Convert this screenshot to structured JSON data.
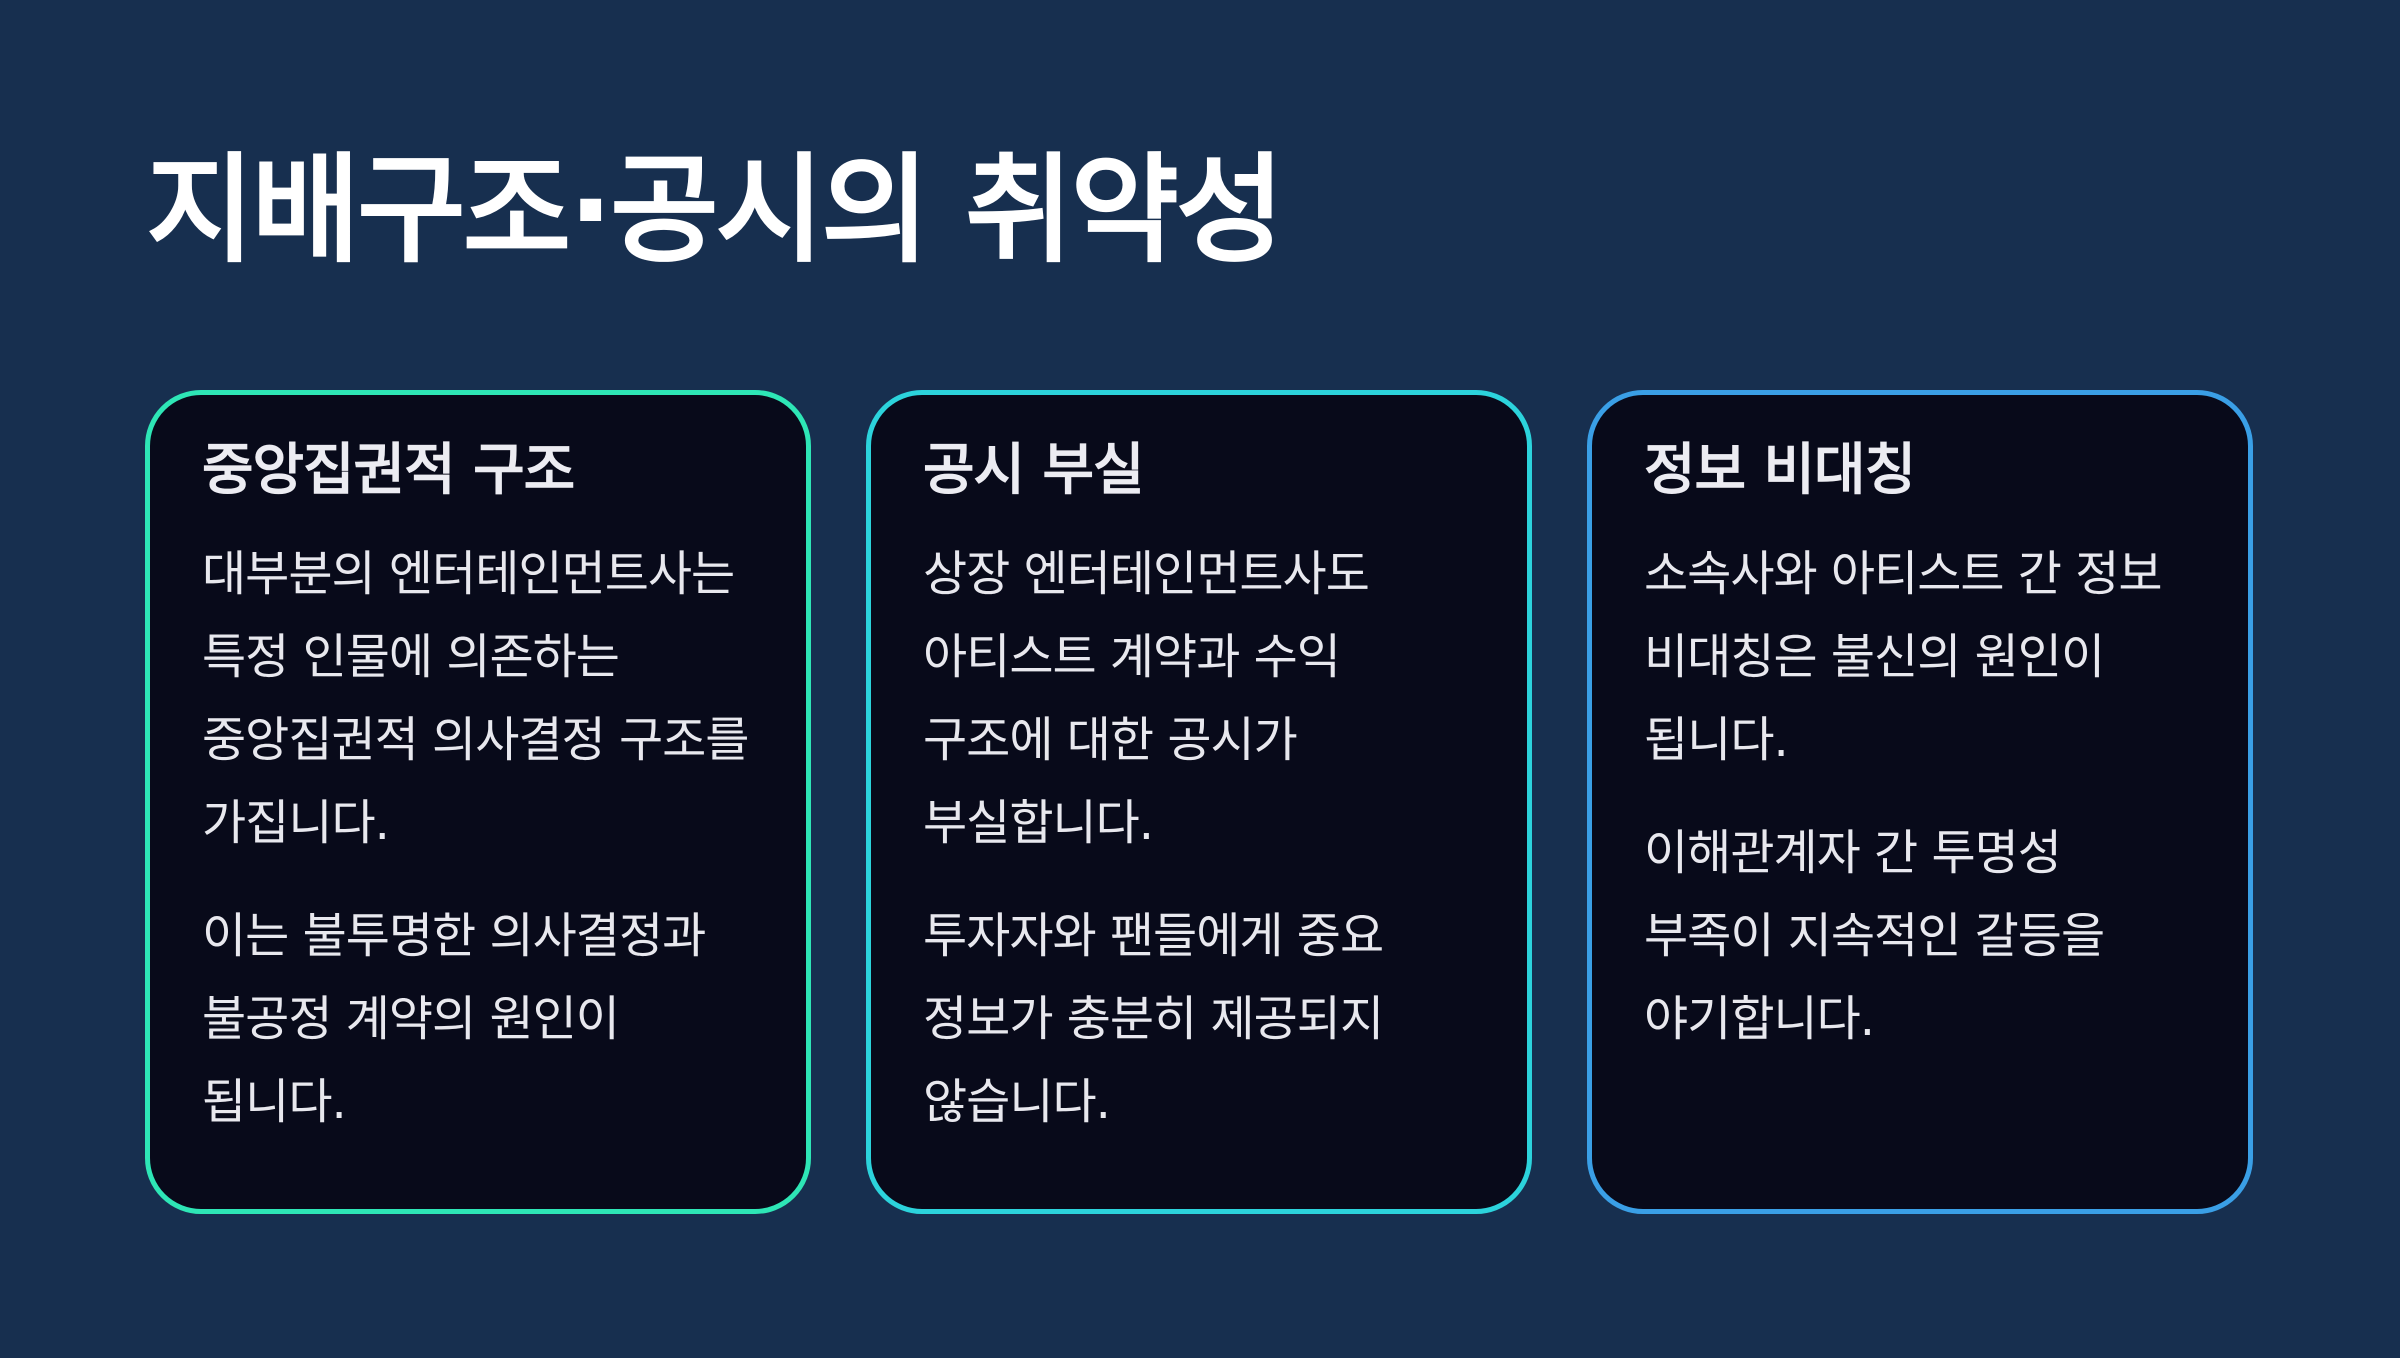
{
  "slide": {
    "title": "지배구조·공시의 취약성"
  },
  "cards": [
    {
      "title": "중앙집권적 구조",
      "paragraphs": [
        "대부분의 엔터테인먼트사는 특정 인물에 의존하는 중앙집권적 의사결정 구조를 가집니다.",
        "이는 불투명한 의사결정과 불공정 계약의 원인이 됩니다."
      ]
    },
    {
      "title": "공시 부실",
      "paragraphs": [
        "상장 엔터테인먼트사도 아티스트 계약과 수익 구조에 대한 공시가 부실합니다.",
        "투자자와 팬들에게 중요 정보가 충분히 제공되지 않습니다."
      ]
    },
    {
      "title": "정보 비대칭",
      "paragraphs": [
        "소속사와 아티스트 간 정보 비대칭은 불신의 원인이 됩니다.",
        "이해관계자 간 투명성 부족이 지속적인 갈등을 야기합니다."
      ]
    }
  ],
  "colors": {
    "background": "#172f4f",
    "card_background": "#080a1a",
    "card_1_border": "#2ee6b6",
    "card_2_border": "#2cd3dc",
    "card_3_border": "#3a9fe6",
    "title_text": "#ffffff",
    "body_text": "#e8e8ee"
  }
}
